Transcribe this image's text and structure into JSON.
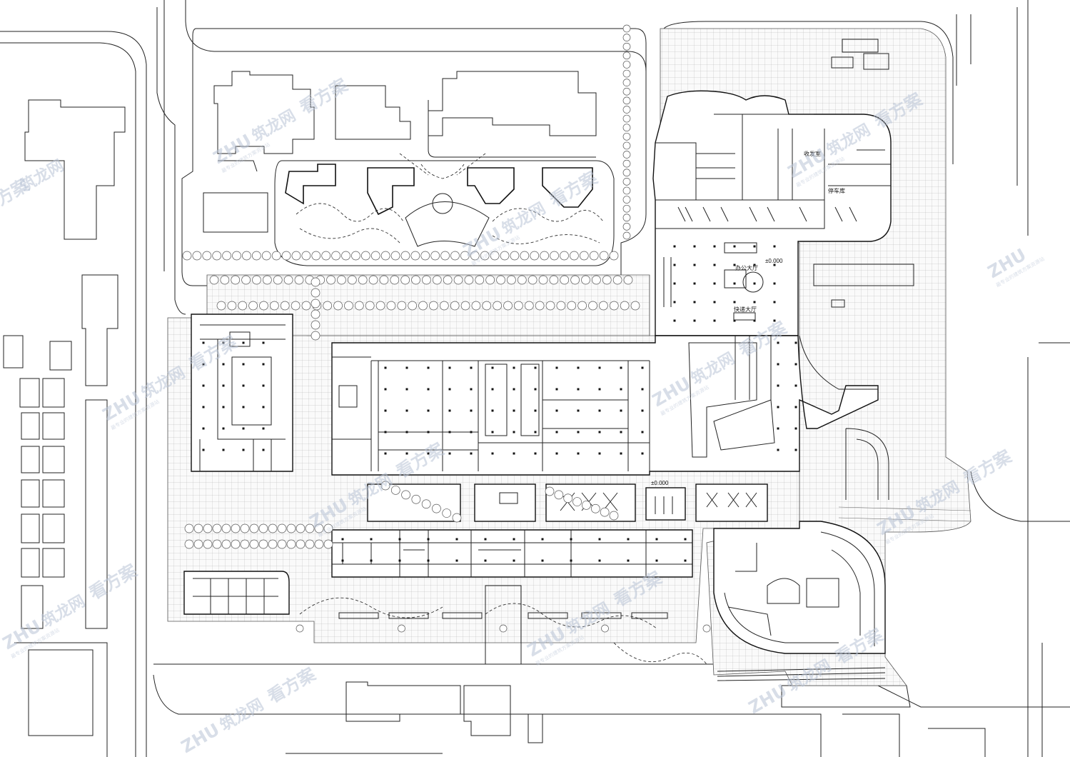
{
  "plan": {
    "elevation_labels": [
      "±0.000",
      "±0.000"
    ],
    "room_labels": [
      "办公大厅",
      "快递大厅",
      "收发室",
      "停车库"
    ]
  },
  "watermark": {
    "brand": "ZHU",
    "brand_cn": "筑龙网",
    "slogan": "看方案",
    "sub": "最专业的建筑方案资源站"
  }
}
